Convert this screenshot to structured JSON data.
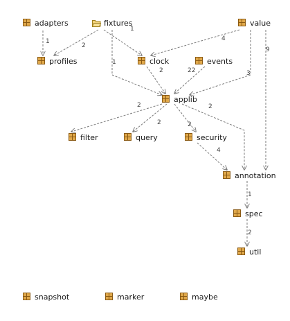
{
  "colors": {
    "package_fill": "#e0a84a",
    "package_grid": "#8a5a14",
    "folder_fill": "#f2d27a",
    "folder_stroke": "#a0801e",
    "edge": "#7a7a7a",
    "text": "#1a1a1a"
  },
  "nodes": [
    {
      "id": "adapters",
      "label": "adapters",
      "icon": "package-icon"
    },
    {
      "id": "fixtures",
      "label": "fixtures",
      "icon": "folder-icon"
    },
    {
      "id": "value",
      "label": "value",
      "icon": "package-icon"
    },
    {
      "id": "profiles",
      "label": "profiles",
      "icon": "package-icon"
    },
    {
      "id": "clock",
      "label": "clock",
      "icon": "package-icon"
    },
    {
      "id": "events",
      "label": "events",
      "icon": "package-icon"
    },
    {
      "id": "applib",
      "label": "applib",
      "icon": "package-icon"
    },
    {
      "id": "filter",
      "label": "filter",
      "icon": "package-icon"
    },
    {
      "id": "query",
      "label": "query",
      "icon": "package-icon"
    },
    {
      "id": "security",
      "label": "security",
      "icon": "package-icon"
    },
    {
      "id": "annotation",
      "label": "annotation",
      "icon": "package-icon"
    },
    {
      "id": "spec",
      "label": "spec",
      "icon": "package-icon"
    },
    {
      "id": "util",
      "label": "util",
      "icon": "package-icon"
    },
    {
      "id": "snapshot",
      "label": "snapshot",
      "icon": "package-icon"
    },
    {
      "id": "marker",
      "label": "marker",
      "icon": "package-icon"
    },
    {
      "id": "maybe",
      "label": "maybe",
      "icon": "package-icon"
    }
  ],
  "edges": [
    {
      "from": "adapters",
      "to": "profiles",
      "label": "1"
    },
    {
      "from": "fixtures",
      "to": "profiles",
      "label": "2"
    },
    {
      "from": "fixtures",
      "to": "clock",
      "label": "1"
    },
    {
      "from": "fixtures",
      "to": "applib",
      "label": "1"
    },
    {
      "from": "value",
      "to": "clock",
      "label": "4"
    },
    {
      "from": "value",
      "to": "applib",
      "label": "3"
    },
    {
      "from": "value",
      "to": "annotation",
      "label": "9"
    },
    {
      "from": "clock",
      "to": "applib",
      "label": "2"
    },
    {
      "from": "events",
      "to": "applib",
      "label": "22"
    },
    {
      "from": "applib",
      "to": "filter",
      "label": "2"
    },
    {
      "from": "applib",
      "to": "query",
      "label": "2"
    },
    {
      "from": "applib",
      "to": "security",
      "label": "2"
    },
    {
      "from": "applib",
      "to": "annotation",
      "label": "2"
    },
    {
      "from": "security",
      "to": "annotation",
      "label": "4"
    },
    {
      "from": "annotation",
      "to": "spec",
      "label": "1"
    },
    {
      "from": "spec",
      "to": "util",
      "label": "2"
    }
  ]
}
